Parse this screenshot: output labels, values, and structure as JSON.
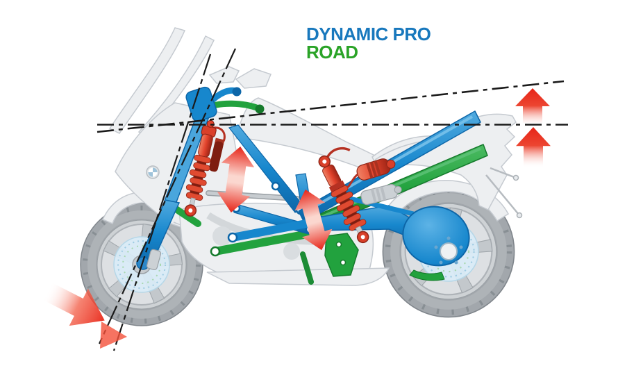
{
  "labels": {
    "dynamic_pro": "DYNAMIC PRO",
    "road": "ROAD"
  },
  "colors": {
    "dynamic_pro_blue": "#1878bd",
    "road_green": "#2aa327",
    "frame_blue": "#1787cd",
    "frame_blue_dark": "#0d66a8",
    "frame_blue_light": "#7cc4ec",
    "part_green": "#22a23e",
    "part_green_dark": "#157a2c",
    "shock_red": "#e2432c",
    "shock_red_dark": "#8e2517",
    "arrow_red": "#e8281b",
    "reference_line": "#1a1a1a",
    "ghost_fill": "#edeff1",
    "ghost_stroke": "#c5cad0",
    "tire_gray": "#a2a7ac",
    "brake_disc_blue": "#d9ecf7"
  },
  "icons": {
    "bmw-roundel": "quartered-circle",
    "lift-arrow": "red-up-arrow-gradient",
    "travel-arrow": "red-double-headed-arrow",
    "rake-arrow": "red-diagonal-arrow"
  }
}
